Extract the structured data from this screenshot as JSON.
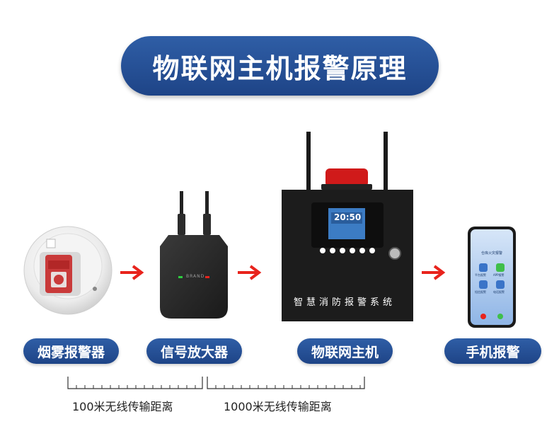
{
  "title": "物联网主机报警原理",
  "devices": {
    "smoke_detector": {
      "label": "烟雾报警器"
    },
    "repeater": {
      "label": "信号放大器",
      "brand": "BRAND"
    },
    "host": {
      "label": "物联网主机",
      "panel_text": "智慧消防报警系统",
      "screen_time": "20:50"
    },
    "phone": {
      "label": "手机报警",
      "app_title": "仓库火灾报警",
      "app_items": [
        "平台报警",
        "APP报警",
        "短信报警",
        "电话报警"
      ]
    }
  },
  "distances": {
    "first": "100米无线传输距离",
    "second": "1000米无线传输距离"
  },
  "colors": {
    "pill_blue": "#244f96",
    "arrow_red": "#e8231c"
  }
}
